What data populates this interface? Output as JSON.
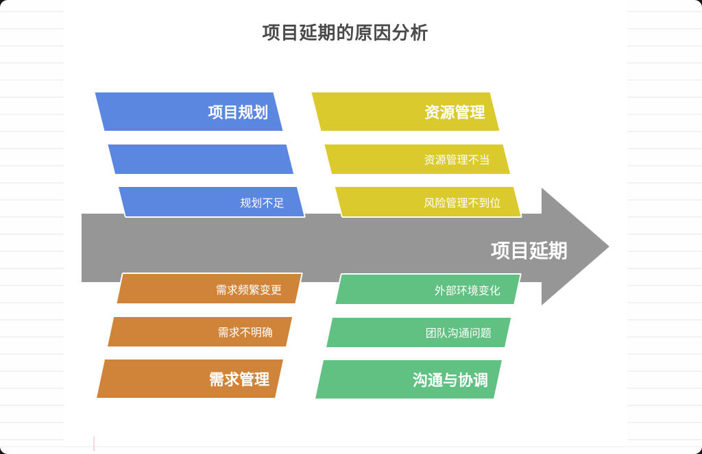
{
  "title": "项目延期的原因分析",
  "title_color": "#4a4a4a",
  "arrow": {
    "label": "项目延期",
    "color": "#969696"
  },
  "groups": [
    {
      "name": "project-planning",
      "position": "top-left",
      "color": "#5b87e0",
      "rows": [
        {
          "label": "项目规划",
          "type": "category"
        },
        {
          "label": "",
          "type": "item"
        },
        {
          "label": "规划不足",
          "type": "item"
        }
      ]
    },
    {
      "name": "resource-management",
      "position": "top-right",
      "color": "#dbca2e",
      "rows": [
        {
          "label": "资源管理",
          "type": "category"
        },
        {
          "label": "资源管理不当",
          "type": "item"
        },
        {
          "label": "风险管理不到位",
          "type": "item"
        }
      ]
    },
    {
      "name": "requirement-management",
      "position": "bottom-left",
      "color": "#d0843a",
      "rows": [
        {
          "label": "需求频繁变更",
          "type": "item"
        },
        {
          "label": "需求不明确",
          "type": "item"
        },
        {
          "label": "需求管理",
          "type": "category"
        }
      ]
    },
    {
      "name": "communication-coordination",
      "position": "bottom-right",
      "color": "#60c182",
      "rows": [
        {
          "label": "外部环境变化",
          "type": "item"
        },
        {
          "label": "团队沟通问题",
          "type": "item"
        },
        {
          "label": "沟通与协调",
          "type": "category"
        }
      ]
    }
  ]
}
